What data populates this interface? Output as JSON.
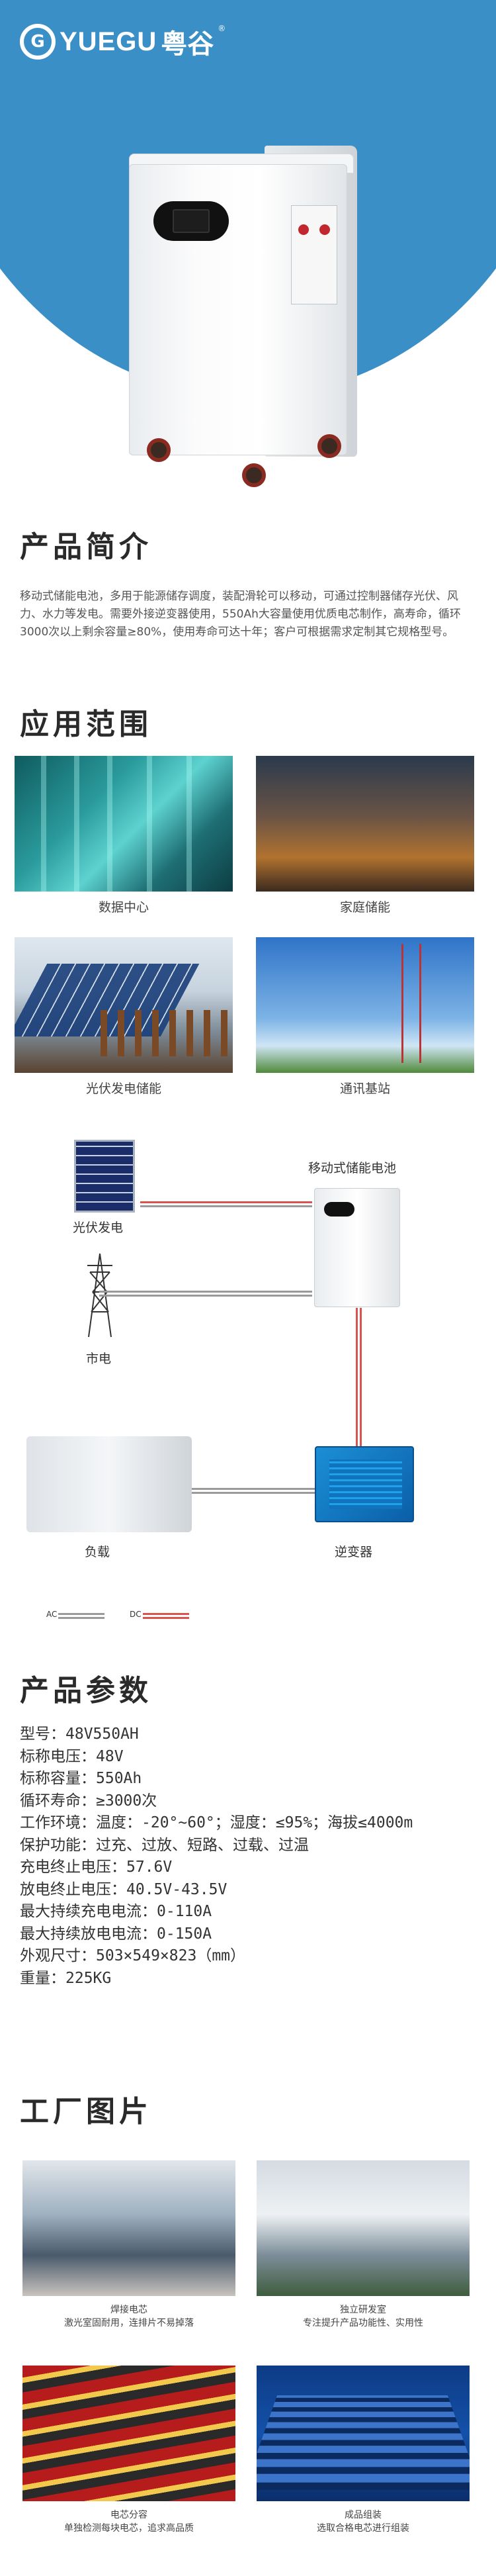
{
  "brand": {
    "latin": "YUEGU",
    "chinese": "粤谷",
    "registered": "®",
    "mark": "G"
  },
  "sections": {
    "intro_title": "产品简介",
    "intro_text": "移动式储能电池，多用于能源储存调度，装配滑轮可以移动，可通过控制器储存光伏、风力、水力等发电。需要外接逆变器使用，550Ah大容量使用优质电芯制作，高寿命，循环3000次以上剩余容量≥80%，使用寿命可达十年；客户可根据需求定制其它规格型号。",
    "application_title": "应用范围",
    "params_title": "产品参数",
    "factory_title": "工厂图片"
  },
  "applications": [
    {
      "label": "数据中心"
    },
    {
      "label": "家庭储能"
    },
    {
      "label": "光伏发电储能"
    },
    {
      "label": "通讯基站"
    }
  ],
  "diagram": {
    "battery": "移动式储能电池",
    "pv": "光伏发电",
    "grid": "市电",
    "load": "负载",
    "inverter": "逆变器",
    "legend_ac": "AC",
    "legend_dc": "DC",
    "colors": {
      "ac": "#888888",
      "dc": "#d9534f"
    }
  },
  "params": [
    "型号：48V550AH",
    "标称电压：48V",
    "标称容量：550Ah",
    "循环寿命：≥3000次",
    "工作环境：温度：-20°~60°；湿度：≤95%；海拔≤4000m",
    "保护功能：过充、过放、短路、过载、过温",
    "充电终止电压：57.6V",
    "放电终止电压：40.5V-43.5V",
    "最大持续充电电流：0-110A",
    "最大持续放电电流：0-150A",
    "外观尺寸：503×549×823（mm）",
    "重量：225KG"
  ],
  "factory": [
    {
      "title": "焊接电芯",
      "desc": "激光室固耐用，连排片不易掉落"
    },
    {
      "title": "独立研发室",
      "desc": "专注提升产品功能性、实用性"
    },
    {
      "title": "电芯分容",
      "desc": "单独检测每块电芯，追求高品质"
    },
    {
      "title": "成品组装",
      "desc": "选取合格电芯进行组装"
    }
  ],
  "colors": {
    "brand_blue": "#3a8fc7"
  }
}
